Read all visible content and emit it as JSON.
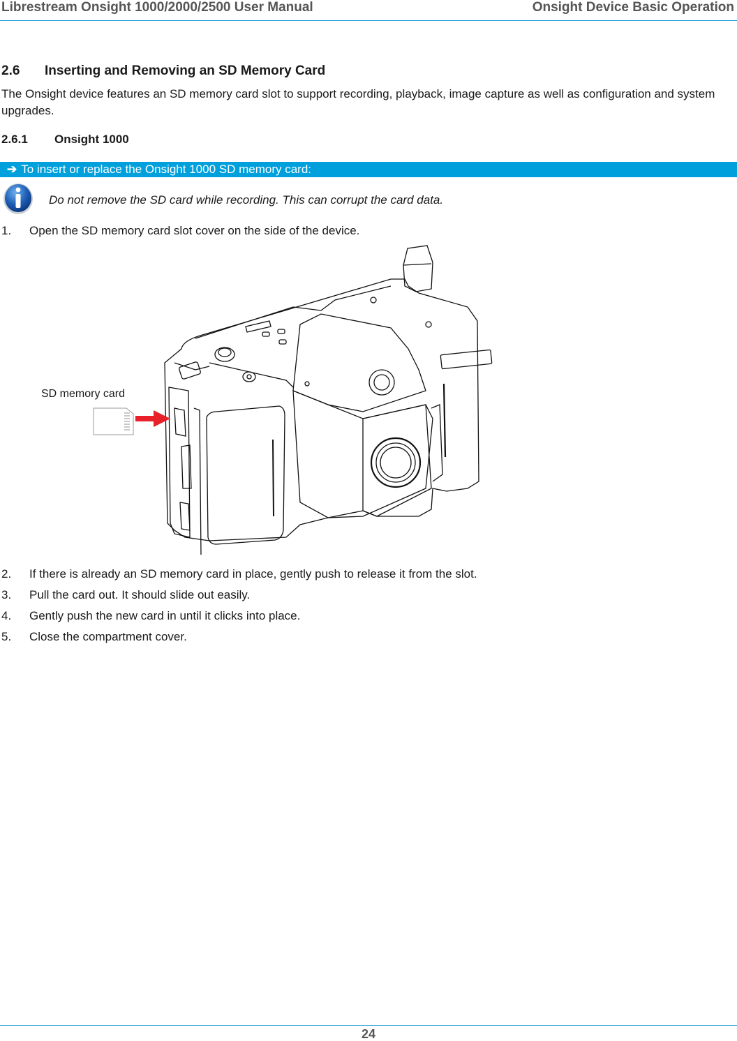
{
  "header": {
    "left": "Librestream Onsight 1000/2000/2500 User Manual",
    "right": "Onsight Device Basic Operation",
    "rule_color": "#1a9ad6"
  },
  "section": {
    "number": "2.6",
    "title": "Inserting and Removing an SD Memory Card",
    "intro": "The Onsight device features an SD memory card slot to support recording, playback, image capture as well as configuration and system upgrades."
  },
  "subsection": {
    "number": "2.6.1",
    "title": "Onsight 1000"
  },
  "procedure": {
    "arrow_icon": "➔",
    "title": "To insert or replace the Onsight 1000 SD memory card:",
    "bar_color": "#00a0dc"
  },
  "note": {
    "icon": "info-icon",
    "text": "Do not remove the SD card while recording. This can corrupt the card data."
  },
  "steps": [
    {
      "num": "1.",
      "text": "Open the SD memory card slot cover on the side of the device."
    },
    {
      "num": "2.",
      "text": "If there is already an SD memory card in place, gently push to release it from the slot."
    },
    {
      "num": "3.",
      "text": "Pull the card out. It should slide out easily."
    },
    {
      "num": "4.",
      "text": "Gently push the new card in until it clicks into place."
    },
    {
      "num": "5.",
      "text": "Close the compartment cover."
    }
  ],
  "figure": {
    "callout_label": "SD memory card",
    "arrow_color": "#e8202a"
  },
  "footer": {
    "page_number": "24"
  }
}
